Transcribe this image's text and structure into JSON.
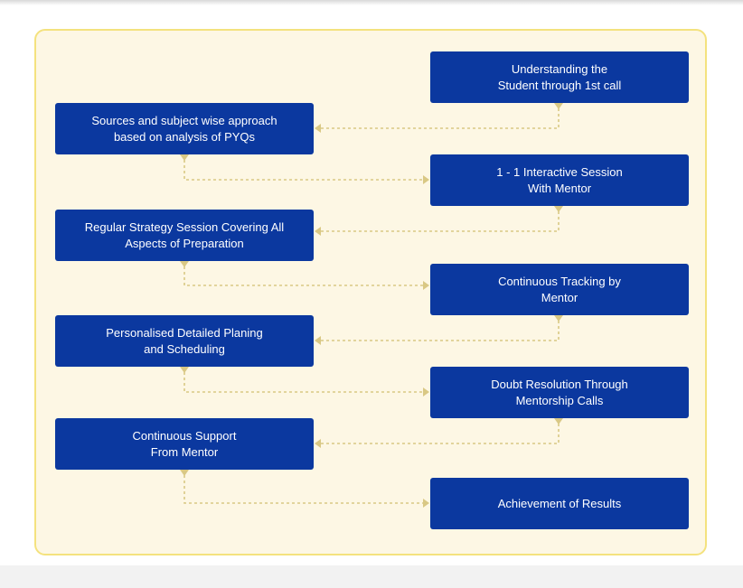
{
  "colors": {
    "box_fill": "#0b389f",
    "box_text": "#ffffff",
    "panel_fill": "#fdf7e4",
    "panel_border": "#f4e27e",
    "connector": "#d9c884"
  },
  "steps": [
    {
      "text": "Understanding the\nStudent through 1st call"
    },
    {
      "text": "Sources and subject wise approach\nbased on analysis of PYQs"
    },
    {
      "text": "1 - 1 Interactive Session\nWith Mentor"
    },
    {
      "text": "Regular Strategy Session Covering All\nAspects of Preparation"
    },
    {
      "text": "Continuous Tracking by\nMentor"
    },
    {
      "text": "Personalised Detailed Planing\nand Scheduling"
    },
    {
      "text": "Doubt Resolution Through\nMentorship Calls"
    },
    {
      "text": "Continuous Support\nFrom Mentor"
    },
    {
      "text": "Achievement of Results"
    }
  ]
}
